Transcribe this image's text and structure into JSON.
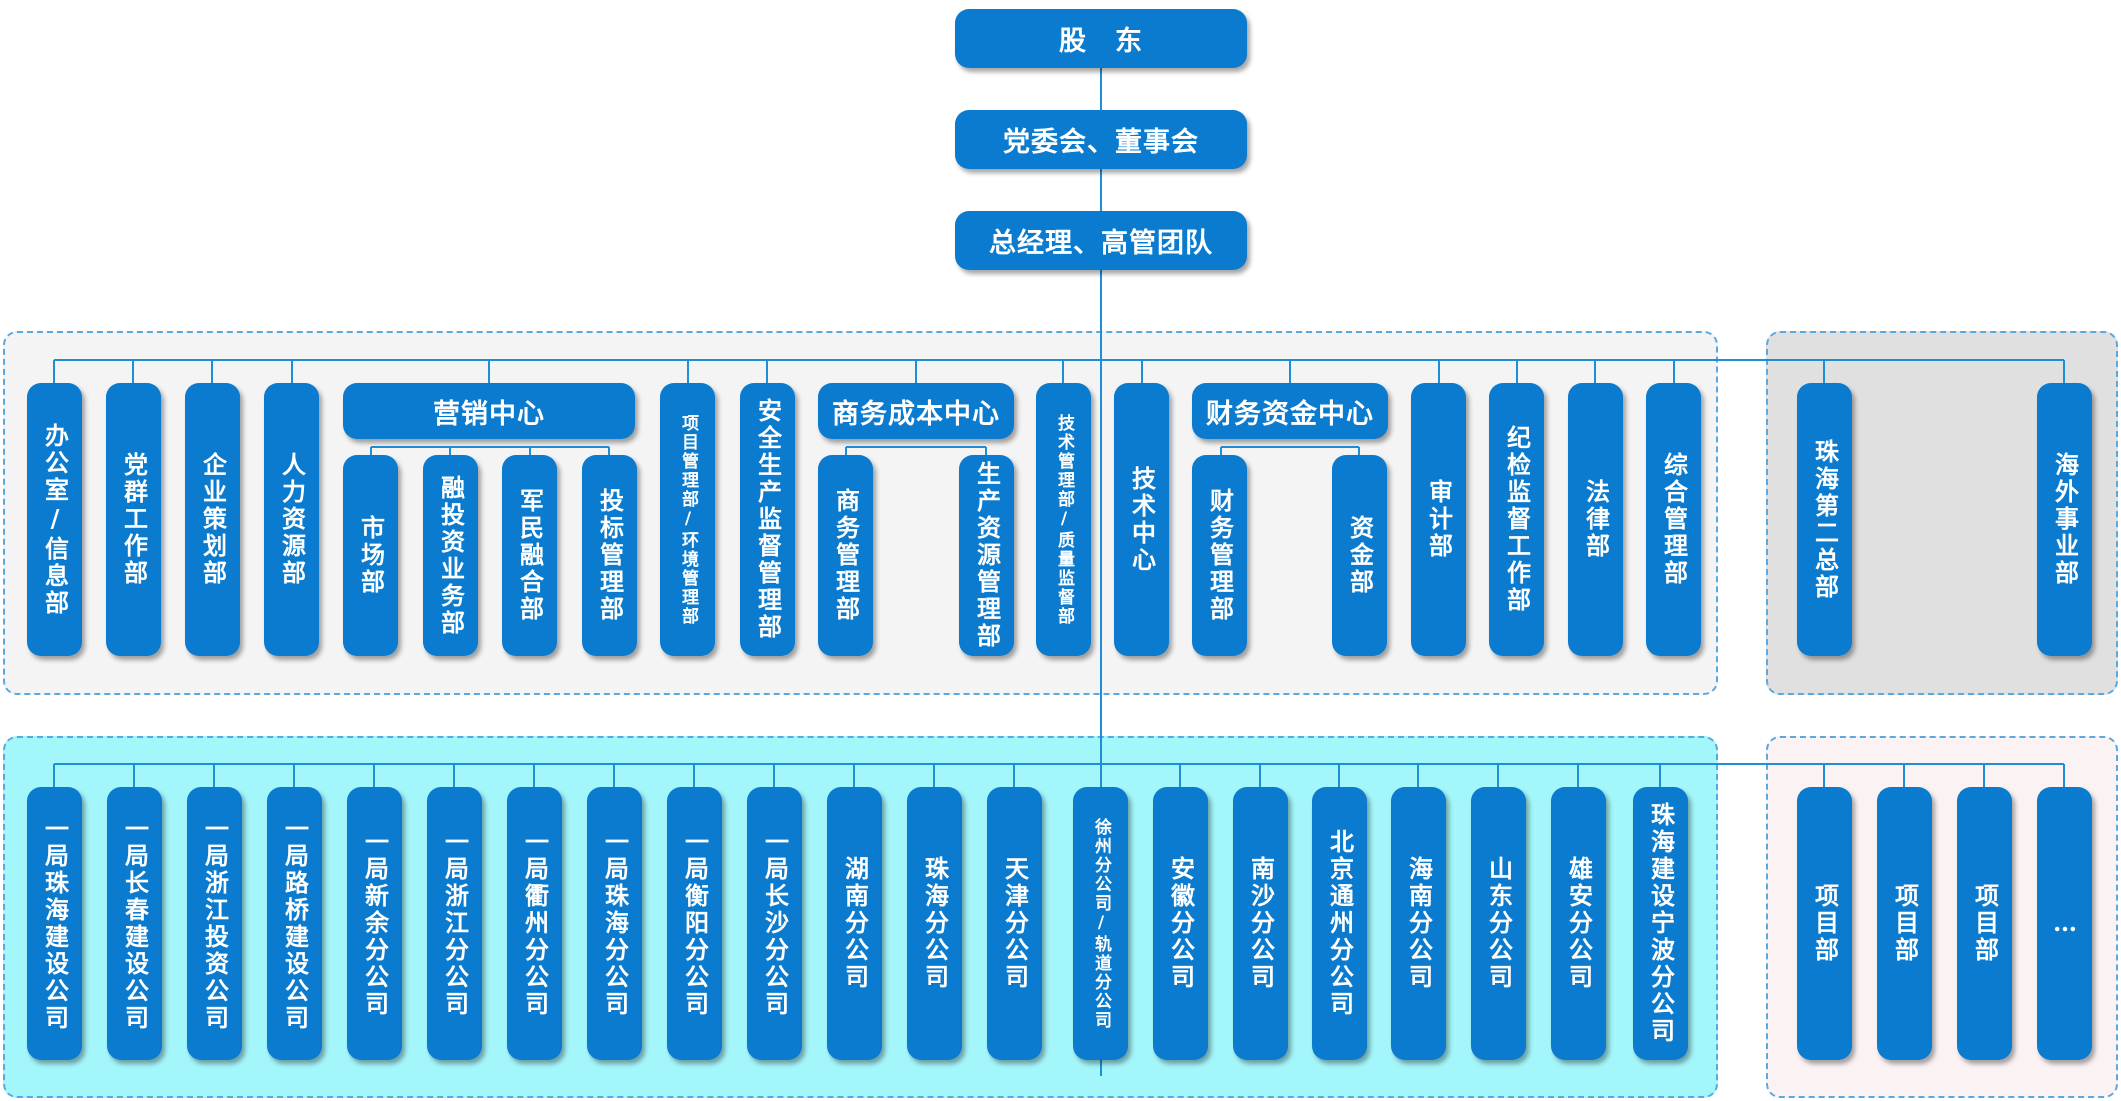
{
  "top": {
    "shareholders": "股　东",
    "board": "党委会、董事会",
    "management": "总经理、高管团队"
  },
  "hq": {
    "office": "办公室/信息部",
    "party": "党群工作部",
    "planning": "企业策划部",
    "hr": "人力资源部",
    "marketing_center": {
      "title": "营销中心",
      "market": "市场部",
      "finance_investment": "融投资业务部",
      "military_civil": "军民融合部",
      "bidding": "投标管理部"
    },
    "project_env": "项目管理部/环境管理部",
    "safety": "安全生产监督管理部",
    "cost_center": {
      "title": "商务成本中心",
      "commerce": "商务管理部",
      "production_resources": "生产资源管理部"
    },
    "tech_quality": "技术管理部/质量监督部",
    "tech_center": "技术中心",
    "finance_center": {
      "title": "财务资金中心",
      "finance": "财务管理部",
      "funds": "资金部"
    },
    "audit": "审计部",
    "discipline": "纪检监督工作部",
    "legal": "法律部",
    "general": "综合管理部"
  },
  "divisions": {
    "zhuhai_second": "珠海第二总部",
    "overseas": "海外事业部"
  },
  "branches": [
    "一局珠海建设公司",
    "一局长春建设公司",
    "一局浙江投资公司",
    "一局路桥建设公司",
    "一局新余分公司",
    "一局浙江分公司",
    "一局衢州分公司",
    "一局珠海分公司",
    "一局衡阳分公司",
    "一局长沙分公司",
    "湖南分公司",
    "珠海分公司",
    "天津分公司",
    "徐州分公司/轨道分公司",
    "安徽分公司",
    "南沙分公司",
    "北京通州分公司",
    "海南分公司",
    "山东分公司",
    "雄安分公司",
    "珠海建设宁波分公司"
  ],
  "projects": [
    "项目部",
    "项目部",
    "项目部",
    "…"
  ],
  "colors": {
    "box": "#0a7bcf",
    "line": "#1d8fd8",
    "panel_border": "#5aa8e0",
    "hq_panel": "#f4f4f4",
    "division_panel": "#e0e0e0",
    "branch_panel": "#a3f6fa",
    "project_panel": "#fbf3f3"
  }
}
